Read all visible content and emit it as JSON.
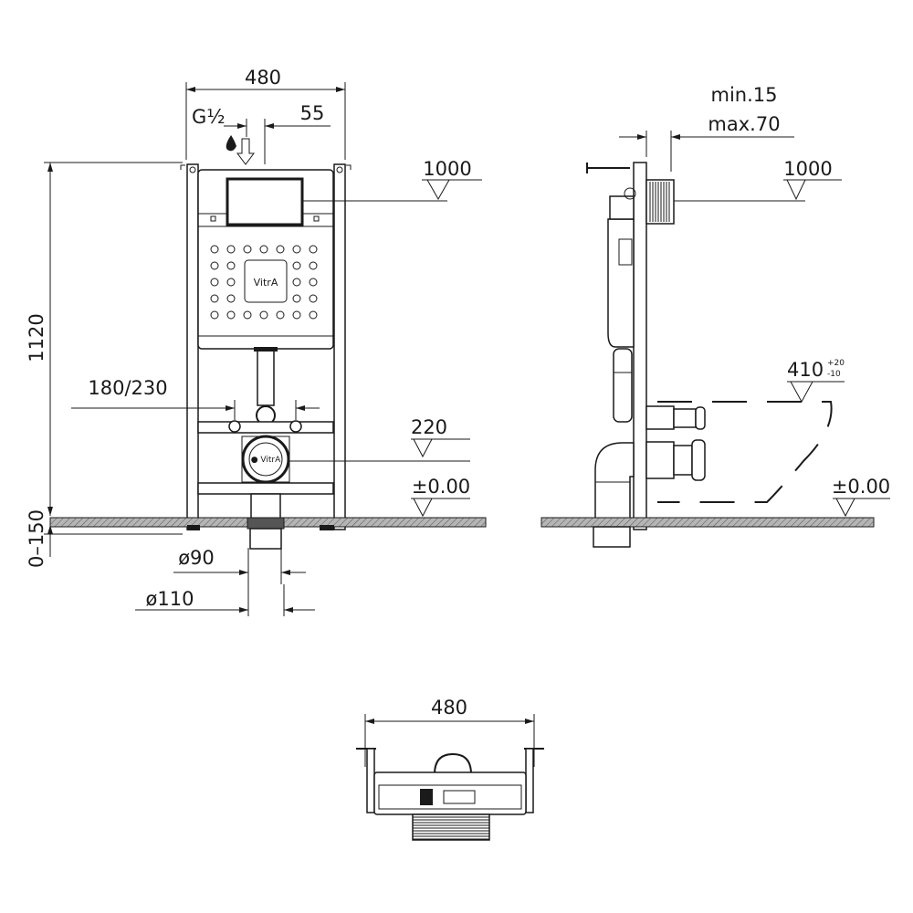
{
  "front_view": {
    "width_label": "480",
    "inlet_label": "G½",
    "inlet_offset_label": "55",
    "actuator_height_label": "1000",
    "frame_height_label": "1120",
    "fixing_spacing_label": "180/230",
    "outlet_height_label": "220",
    "floor_level_label": "±0.00",
    "floor_adjust_label": "0–150",
    "pipe_d90_label": "ø90",
    "pipe_d110_label": "ø110",
    "brand_logo": "VitrA"
  },
  "side_view": {
    "min_depth_label": "min.15",
    "max_depth_label": "max.70",
    "actuator_height_label": "1000",
    "bowl_height_label": "410",
    "bowl_tolerance_plus": "+20",
    "bowl_tolerance_minus": "-10",
    "floor_level_label": "±0.00"
  },
  "top_view": {
    "width_label": "480"
  },
  "colors": {
    "line": "#1a1a1a",
    "floor": "#9a9a9a"
  }
}
